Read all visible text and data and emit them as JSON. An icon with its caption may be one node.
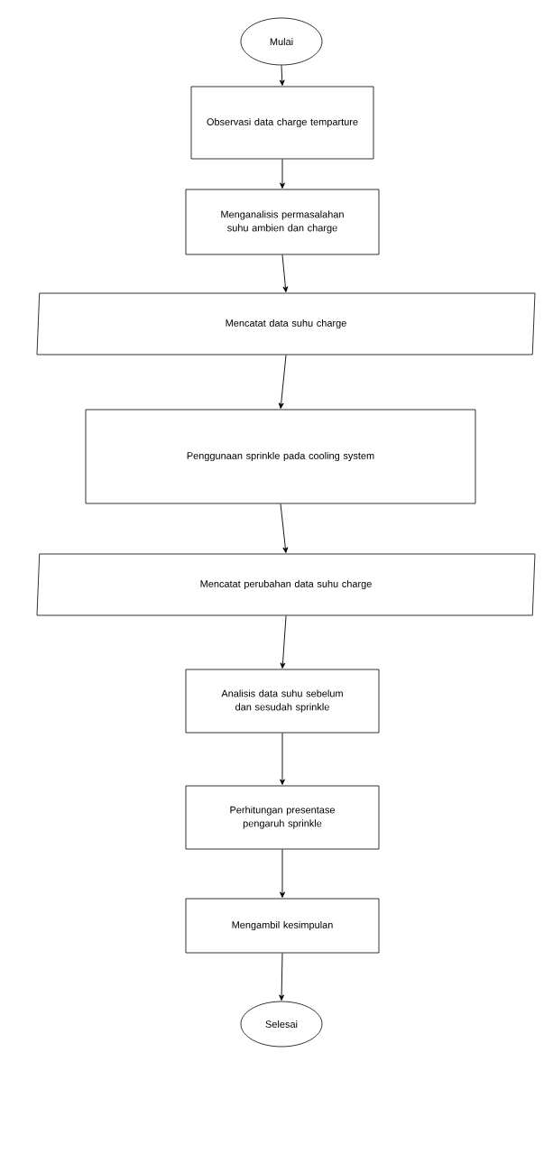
{
  "diagram": {
    "nodes": [
      {
        "text": [
          "Mulai"
        ]
      },
      {
        "text": [
          "Observasi data charge temparture"
        ]
      },
      {
        "text": [
          "Menganalisis permasalahan suhu ambien dan charge"
        ]
      },
      {
        "text": [
          "Mencatat data suhu charge"
        ]
      },
      {
        "text": [
          "Penggunaan sprinkle pada cooling system"
        ]
      },
      {
        "text": [
          "Mencatat perubahan data suhu charge"
        ]
      },
      {
        "text": [
          "Analisis data suhu sebelum dan sesudah sprinkle"
        ]
      },
      {
        "text": [
          "Perhitungan presentase pengaruh sprinkle"
        ]
      },
      {
        "text": [
          "Mengambil kesimpulan"
        ]
      },
      {
        "text": [
          "Selesai"
        ]
      }
    ],
    "edges": [
      {
        "from": 0,
        "to": 1,
        "arrow": "to"
      },
      {
        "from": 1,
        "to": 2,
        "arrow": "to"
      },
      {
        "from": 2,
        "to": 3,
        "arrow": "to"
      },
      {
        "from": 3,
        "to": 4,
        "arrow": "to"
      },
      {
        "from": 4,
        "to": 5,
        "arrow": "to"
      },
      {
        "from": 5,
        "to": 6,
        "arrow": "to"
      },
      {
        "from": 6,
        "to": 7,
        "arrow": "to"
      },
      {
        "from": 7,
        "to": 8,
        "arrow": "to"
      },
      {
        "from": 8,
        "to": 9,
        "arrow": "to"
      }
    ]
  }
}
